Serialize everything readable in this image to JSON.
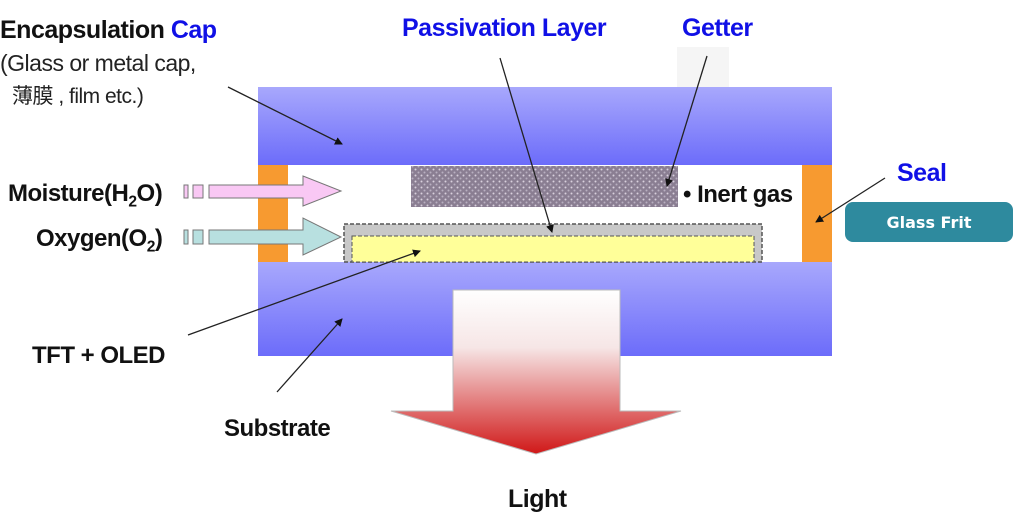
{
  "title": "OLED Encapsulation Structure",
  "labels": {
    "encapsulation_prefix": "Encapsulation ",
    "encapsulation_cap": "Cap",
    "encapsulation_note_1": "(Glass or metal cap,",
    "encapsulation_note_2": "薄膜 , film etc.)",
    "passivation_layer": "Passivation Layer",
    "getter": "Getter",
    "seal": "Seal",
    "glass_frit": "Glass Frit",
    "inert_gas": "• Inert gas",
    "moisture_prefix": "Moisture(H",
    "moisture_sub": "2",
    "moisture_suffix": "O)",
    "oxygen_prefix": "Oxygen(O",
    "oxygen_sub": "2",
    "oxygen_suffix": ")",
    "tft_oled": "TFT + OLED",
    "substrate": "Substrate",
    "light": "Light"
  },
  "colors": {
    "cap_blue": "#7070f8",
    "seal_orange": "#f79a30",
    "getter_gray": "#8a7e92",
    "passivation_gray": "#c8c8c8",
    "oled_yellow": "#ffff99",
    "moisture_pink": "#f9c8f4",
    "oxygen_teal": "#b8e0e0",
    "light_red": "#d01818",
    "label_blue": "#1010e6",
    "badge_teal": "#2e8a9e"
  }
}
